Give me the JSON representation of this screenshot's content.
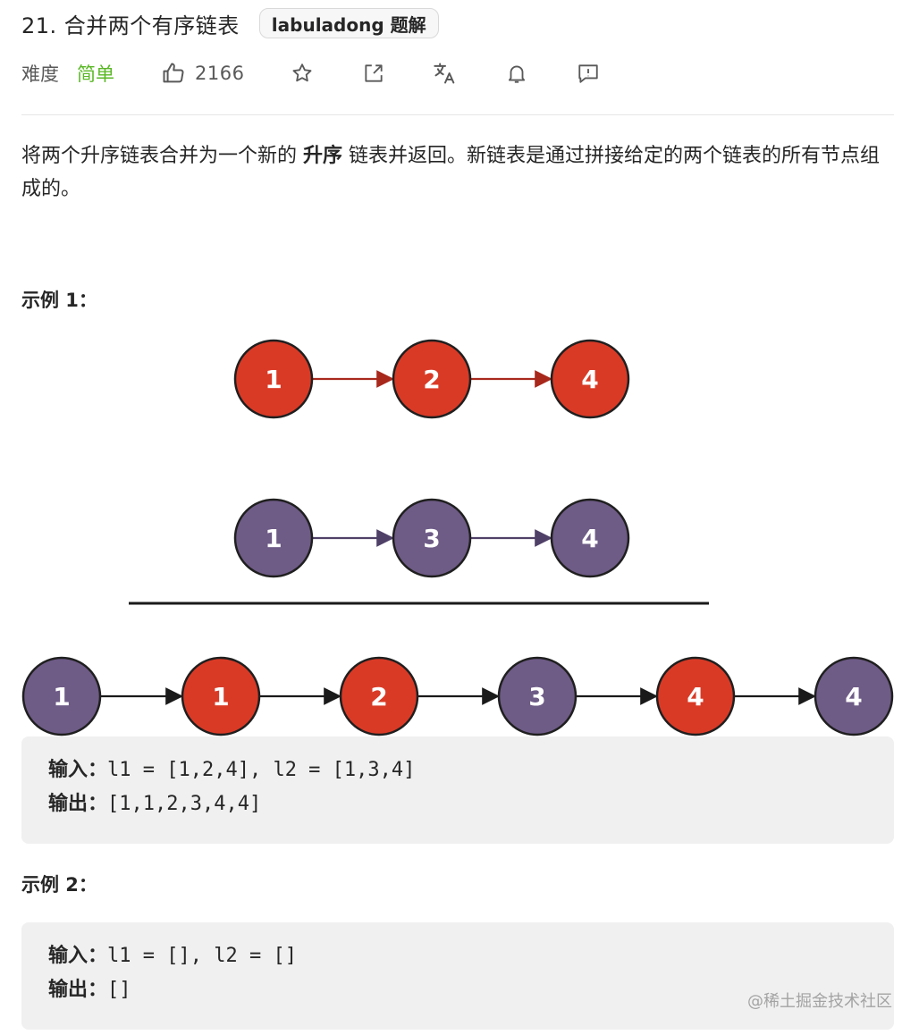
{
  "problem": {
    "title": "21. 合并两个有序链表",
    "solution_badge": "labuladong 题解"
  },
  "meta": {
    "difficulty_label": "难度",
    "difficulty": "简单",
    "likes": "2166"
  },
  "icons": [
    "thumbs-up-icon",
    "star-icon",
    "share-icon",
    "translate-icon",
    "bell-icon",
    "feedback-icon"
  ],
  "colors": {
    "easy": "#5ab726",
    "node_red": "#d93a26",
    "node_purple": "#6e5b86",
    "code_bg": "#f0f0f1"
  },
  "description": {
    "before": "将两个升序链表合并为一个新的 ",
    "bold": "升序",
    "after": " 链表并返回。新链表是通过拼接给定的两个链表的所有节点组成的。"
  },
  "examples": [
    {
      "title": "示例 1：",
      "input_label": "输入：",
      "input": "l1 = [1,2,4], l2 = [1,3,4]",
      "output_label": "输出：",
      "output": "[1,1,2,3,4,4]"
    },
    {
      "title": "示例 2：",
      "input_label": "输入：",
      "input": "l1 = [], l2 = []",
      "output_label": "输出：",
      "output": "[]"
    }
  ],
  "diagram": {
    "list1": [
      "1",
      "2",
      "4"
    ],
    "list2": [
      "1",
      "3",
      "4"
    ],
    "merged": [
      "1",
      "1",
      "2",
      "3",
      "4",
      "4"
    ]
  },
  "watermark": "@稀土掘金技术社区"
}
